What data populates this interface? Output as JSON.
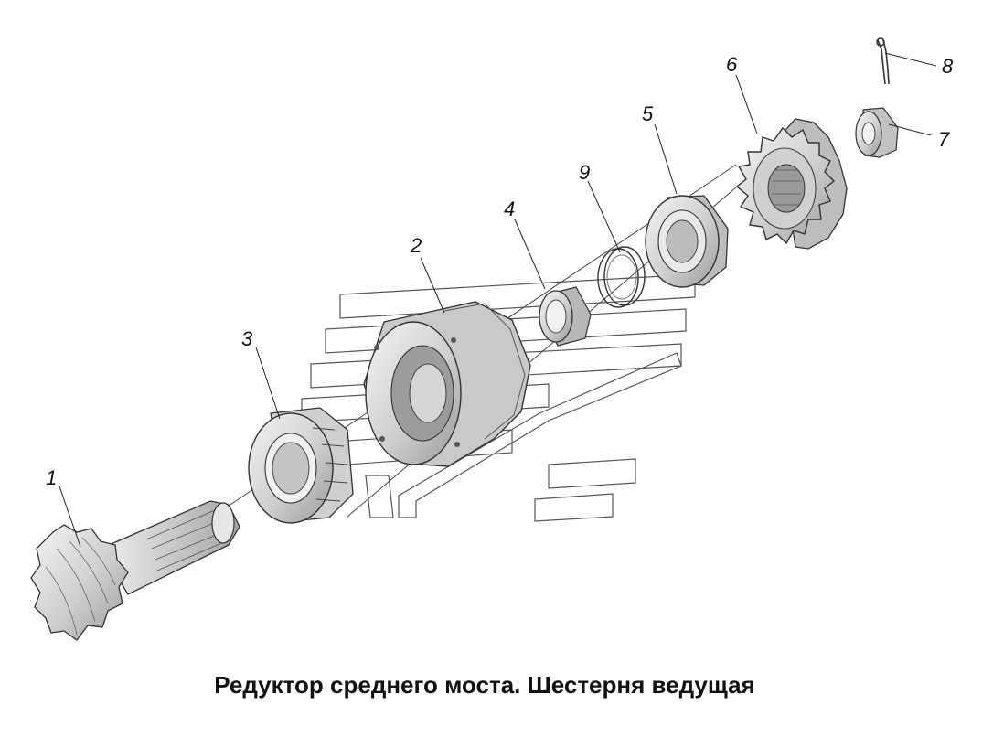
{
  "caption": "Редуктор среднего моста. Шестерня ведущая",
  "callouts": [
    {
      "id": "1",
      "label": "1"
    },
    {
      "id": "2",
      "label": "2"
    },
    {
      "id": "3",
      "label": "3"
    },
    {
      "id": "4",
      "label": "4"
    },
    {
      "id": "5",
      "label": "5"
    },
    {
      "id": "6",
      "label": "6"
    },
    {
      "id": "7",
      "label": "7"
    },
    {
      "id": "8",
      "label": "8"
    },
    {
      "id": "9",
      "label": "9"
    }
  ],
  "colors": {
    "part_fill": "#d8d8d8",
    "part_dark": "#8a8a8a",
    "part_light": "#f2f2f2",
    "outline": "#333333",
    "background": "#ffffff"
  }
}
